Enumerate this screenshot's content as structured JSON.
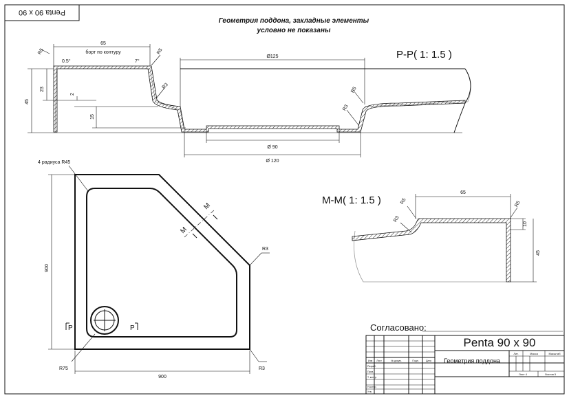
{
  "stamp_label": "Penta 90 x 90",
  "title_line1": "Геометрия поддона, закладные элементы",
  "title_line2": "условно не показаны",
  "section_pp": {
    "label": "P-P( 1: 1.5 )",
    "dim_rim_width": "65",
    "rim_caption": "борт по контуру",
    "angle_left": "0.5°",
    "angle_right": "7°",
    "r5_a": "R5",
    "r5_b": "R5",
    "r3_a": "R3",
    "r5_c": "R5",
    "r3_b": "R3",
    "dim_height_total": "45",
    "dim_height_upper": "23",
    "dim_step": "2",
    "dim_drain_depth": "15",
    "dia_125": "Ø125",
    "dia_90": "Ø 90",
    "dia_120": "Ø 120"
  },
  "plan": {
    "radius_note": "4 радиуса R45",
    "dim_height": "900",
    "dim_width": "900",
    "r3_top": "R3",
    "r3_bottom": "R3",
    "r75": "R75",
    "cut_m": "M",
    "cut_p": "P"
  },
  "section_mm": {
    "label": "M-M( 1: 1.5 )",
    "dim_width": "65",
    "r5_a": "R5",
    "r5_b": "R5",
    "r3": "R3",
    "dim_10": "10",
    "dim_45": "45"
  },
  "approval_label": "Согласовано:",
  "title_block": {
    "product": "Penta 90 x 90",
    "doc_name": "Геометрия поддона",
    "col_lit": "Лит.",
    "col_mass": "Масса",
    "col_scale": "Масштаб",
    "sheet": "Лист 4",
    "sheets": "Листов 5",
    "row_headers": [
      "Изм",
      "Лист",
      "№ докум.",
      "Подп.",
      "Дата"
    ],
    "row_roles": [
      "Разраб.",
      "Пров.",
      "Т. контр.",
      "",
      "Н.контр.",
      "Утв."
    ]
  }
}
